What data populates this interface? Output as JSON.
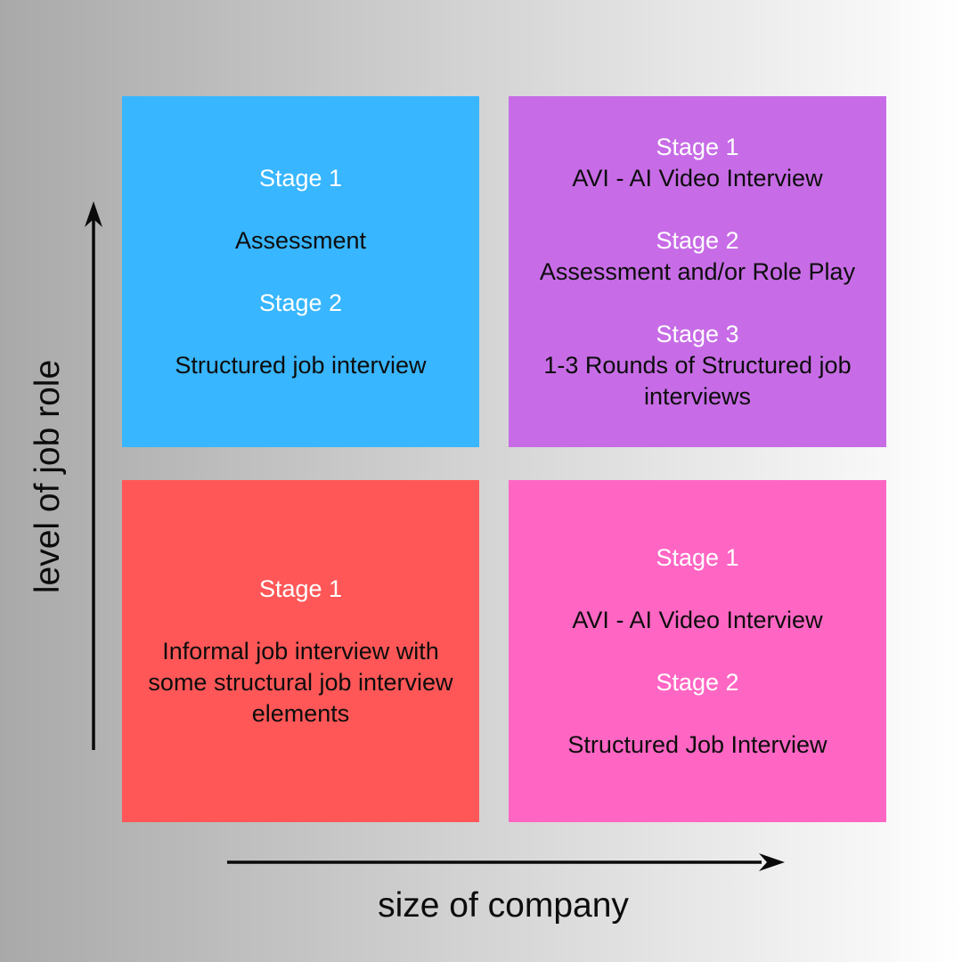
{
  "matrix": {
    "x_axis_label": "size of company",
    "y_axis_label": "level of job role",
    "background": {
      "gradient_left": "#a9a9a9",
      "gradient_right": "#ffffff"
    },
    "quadrants": {
      "top_left": {
        "color": "#38B6FF",
        "stage1_label": "Stage 1",
        "stage1_desc": "Assessment",
        "stage2_label": "Stage 2",
        "stage2_desc": "Structured job interview"
      },
      "top_right": {
        "color": "#C76CE6",
        "stage1_label": "Stage 1",
        "stage1_desc": "AVI - AI Video Interview",
        "stage2_label": "Stage 2",
        "stage2_desc": "Assessment and/or Role Play",
        "stage3_label": "Stage 3",
        "stage3_desc": "1-3 Rounds of Structured job interviews"
      },
      "bottom_left": {
        "color": "#FF5757",
        "stage1_label": "Stage 1",
        "stage1_desc": "Informal job interview with some structural job interview elements"
      },
      "bottom_right": {
        "color": "#FF66C4",
        "stage1_label": "Stage 1",
        "stage1_desc": "AVI - AI Video Interview",
        "stage2_label": "Stage 2",
        "stage2_desc": "Structured Job Interview"
      }
    },
    "arrow_color": "#0a0a0a"
  }
}
